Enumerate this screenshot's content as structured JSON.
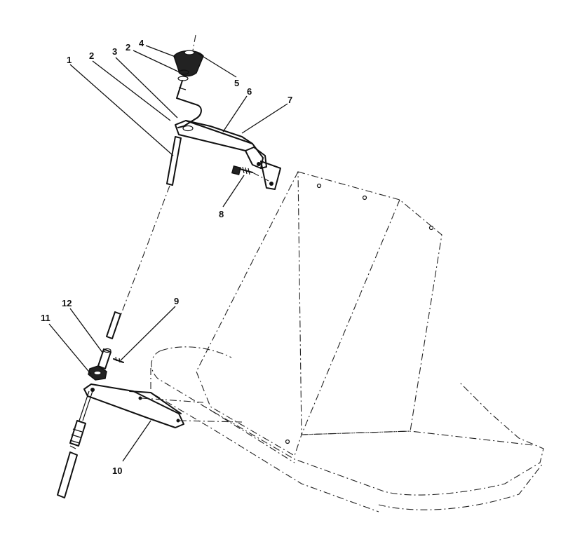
{
  "diagram": {
    "type": "exploded-parts-view",
    "callouts": [
      {
        "id": "c1",
        "text": "1"
      },
      {
        "id": "c2a",
        "text": "2"
      },
      {
        "id": "c2b",
        "text": "2"
      },
      {
        "id": "c3",
        "text": "3"
      },
      {
        "id": "c4",
        "text": "4"
      },
      {
        "id": "c5",
        "text": "5"
      },
      {
        "id": "c6",
        "text": "6"
      },
      {
        "id": "c7",
        "text": "7"
      },
      {
        "id": "c8",
        "text": "8"
      },
      {
        "id": "c9",
        "text": "9"
      },
      {
        "id": "c10",
        "text": "10"
      },
      {
        "id": "c11",
        "text": "11"
      },
      {
        "id": "c12",
        "text": "12"
      }
    ]
  }
}
